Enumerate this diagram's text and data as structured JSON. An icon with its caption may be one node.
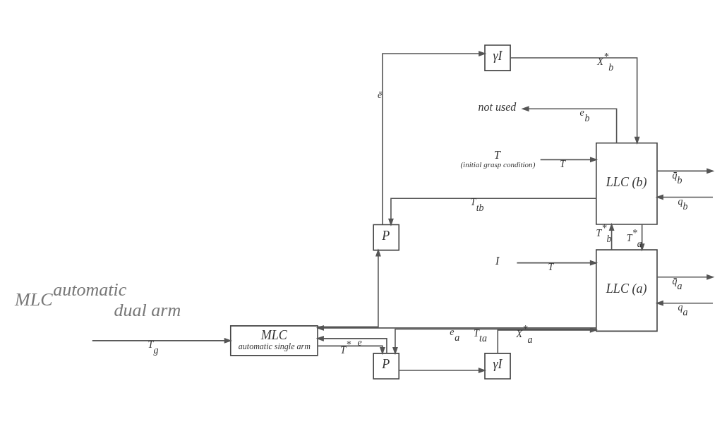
{
  "diagram": {
    "nodes": [
      {
        "text": [
          "MLC",
          "automatic single arm"
        ]
      },
      {
        "text": [
          "P"
        ]
      },
      {
        "text": [
          "γI"
        ]
      },
      {
        "text": [
          "LLC (a)"
        ]
      },
      {
        "text": [
          "I"
        ]
      },
      {
        "text": [
          "not used"
        ]
      },
      {
        "text": [
          "P"
        ]
      },
      {
        "text": [
          "γI"
        ]
      },
      {
        "text": [
          "LLC (b)"
        ]
      },
      {
        "text": [
          "T",
          "(initial grasp condition)"
        ]
      }
    ],
    "edges": [
      {
        "from": null,
        "to": 0,
        "arrow": "to",
        "label": "T$_{g}$"
      },
      {
        "from": 0,
        "to": 1,
        "arrow": "to",
        "label": "T$^{*}$"
      },
      {
        "from": 0,
        "to": 6,
        "arrow": "to"
      },
      {
        "from": 1,
        "to": 2,
        "arrow": "to"
      },
      {
        "from": 1,
        "to": 0,
        "arrow": "to",
        "label": "e"
      },
      {
        "from": 3,
        "to": 0,
        "arrow": "to",
        "label": "e$_{a}$"
      },
      {
        "from": 2,
        "to": 3,
        "arrow": "to",
        "label": "X$^{*}$$_{a}$"
      },
      {
        "from": 8,
        "to": 3,
        "arrow": "to",
        "label": "T$^{*}$$_{a}$"
      },
      {
        "from": 3,
        "to": 1,
        "arrow": "to",
        "label": "T$_{ta}$"
      },
      {
        "from": 3,
        "to": 8,
        "arrow": "to",
        "label": "T$^{*}$$_{b}$"
      },
      {
        "from": 4,
        "to": 3,
        "arrow": "to",
        "label": "T"
      },
      {
        "from": 3,
        "to": null,
        "arrow": "to",
        "label": "q̄$_{a}$"
      },
      {
        "from": null,
        "to": 3,
        "arrow": "to",
        "label": "q$_{a}$"
      },
      {
        "from": 8,
        "to": 5,
        "arrow": "to",
        "label": "e$_{b}$"
      },
      {
        "from": 6,
        "to": 7,
        "arrow": "to",
        "label": "ē"
      },
      {
        "from": 7,
        "to": 8,
        "arrow": "to",
        "label": "X$^{*}$$_{b}$"
      },
      {
        "from": 8,
        "to": 6,
        "arrow": "to",
        "label": "T$_{tb}$"
      },
      {
        "from": 9,
        "to": 8,
        "arrow": "to",
        "label": "T"
      },
      {
        "from": 8,
        "to": null,
        "arrow": "to",
        "label": "q̄$_{b}$"
      },
      {
        "from": null,
        "to": 8,
        "arrow": "to",
        "label": "q$_{b}$"
      }
    ],
    "labels": [
      "MLC$^{automatic}$$_{dual arm}$"
    ]
  }
}
